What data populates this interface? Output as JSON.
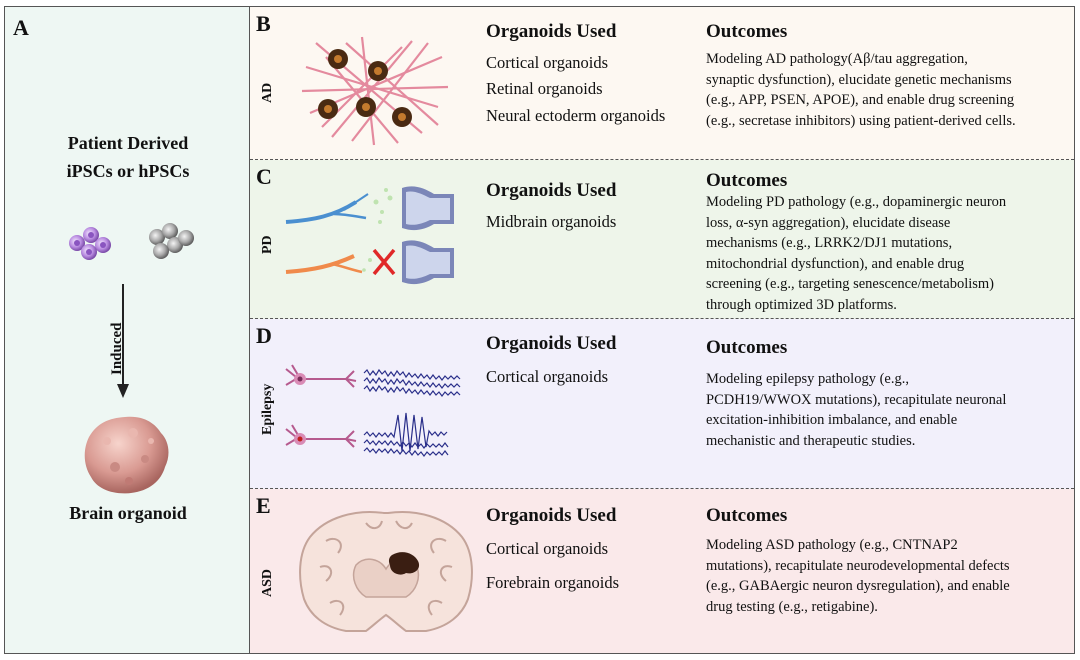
{
  "panel_a": {
    "letter": "A",
    "title_line1": "Patient Derived",
    "title_line2": "iPSCs or hPSCs",
    "arrow_label": "Induced",
    "bottom_label": "Brain organoid"
  },
  "rows": [
    {
      "letter": "B",
      "disease": "AD",
      "organoids_header": "Organoids Used",
      "organoids": [
        "Cortical organoids",
        "Retinal organoids",
        "Neural ectoderm organoids"
      ],
      "outcomes_header": "Outcomes",
      "outcomes_lines": [
        "Modeling AD pathology(Aβ/tau aggregation,",
        "synaptic dysfunction), elucidate genetic mechanisms",
        "(e.g., APP, PSEN, APOE), and enable drug screening",
        "(e.g., secretase inhibitors) using patient-derived cells."
      ]
    },
    {
      "letter": "C",
      "disease": "PD",
      "organoids_header": "Organoids Used",
      "organoids": [
        "Midbrain organoids"
      ],
      "outcomes_header": "Outcomes",
      "outcomes_lines": [
        "Modeling PD pathology (e.g., dopaminergic neuron",
        "loss, α-syn aggregation), elucidate disease",
        "mechanisms (e.g., LRRK2/DJ1 mutations,",
        "mitochondrial dysfunction), and enable drug",
        "screening (e.g., targeting senescence/metabolism)",
        "through optimized 3D platforms."
      ]
    },
    {
      "letter": "D",
      "disease": "Epilepsy",
      "organoids_header": "Organoids Used",
      "organoids": [
        "Cortical organoids"
      ],
      "outcomes_header": "Outcomes",
      "outcomes_lines": [
        "Modeling epilepsy pathology (e.g.,",
        "PCDH19/WWOX mutations), recapitulate neuronal",
        "excitation-inhibition imbalance, and enable",
        "mechanistic and therapeutic studies."
      ]
    },
    {
      "letter": "E",
      "disease": "ASD",
      "organoids_header": "Organoids Used",
      "organoids": [
        "Cortical organoids",
        "Forebrain organoids"
      ],
      "outcomes_header": "Outcomes",
      "outcomes_lines": [
        "Modeling ASD pathology (e.g., CNTNAP2",
        "mutations), recapitulate neurodevelopmental defects",
        "(e.g., GABAergic neuron dysregulation), and enable",
        "drug testing (e.g., retigabine)."
      ]
    }
  ]
}
